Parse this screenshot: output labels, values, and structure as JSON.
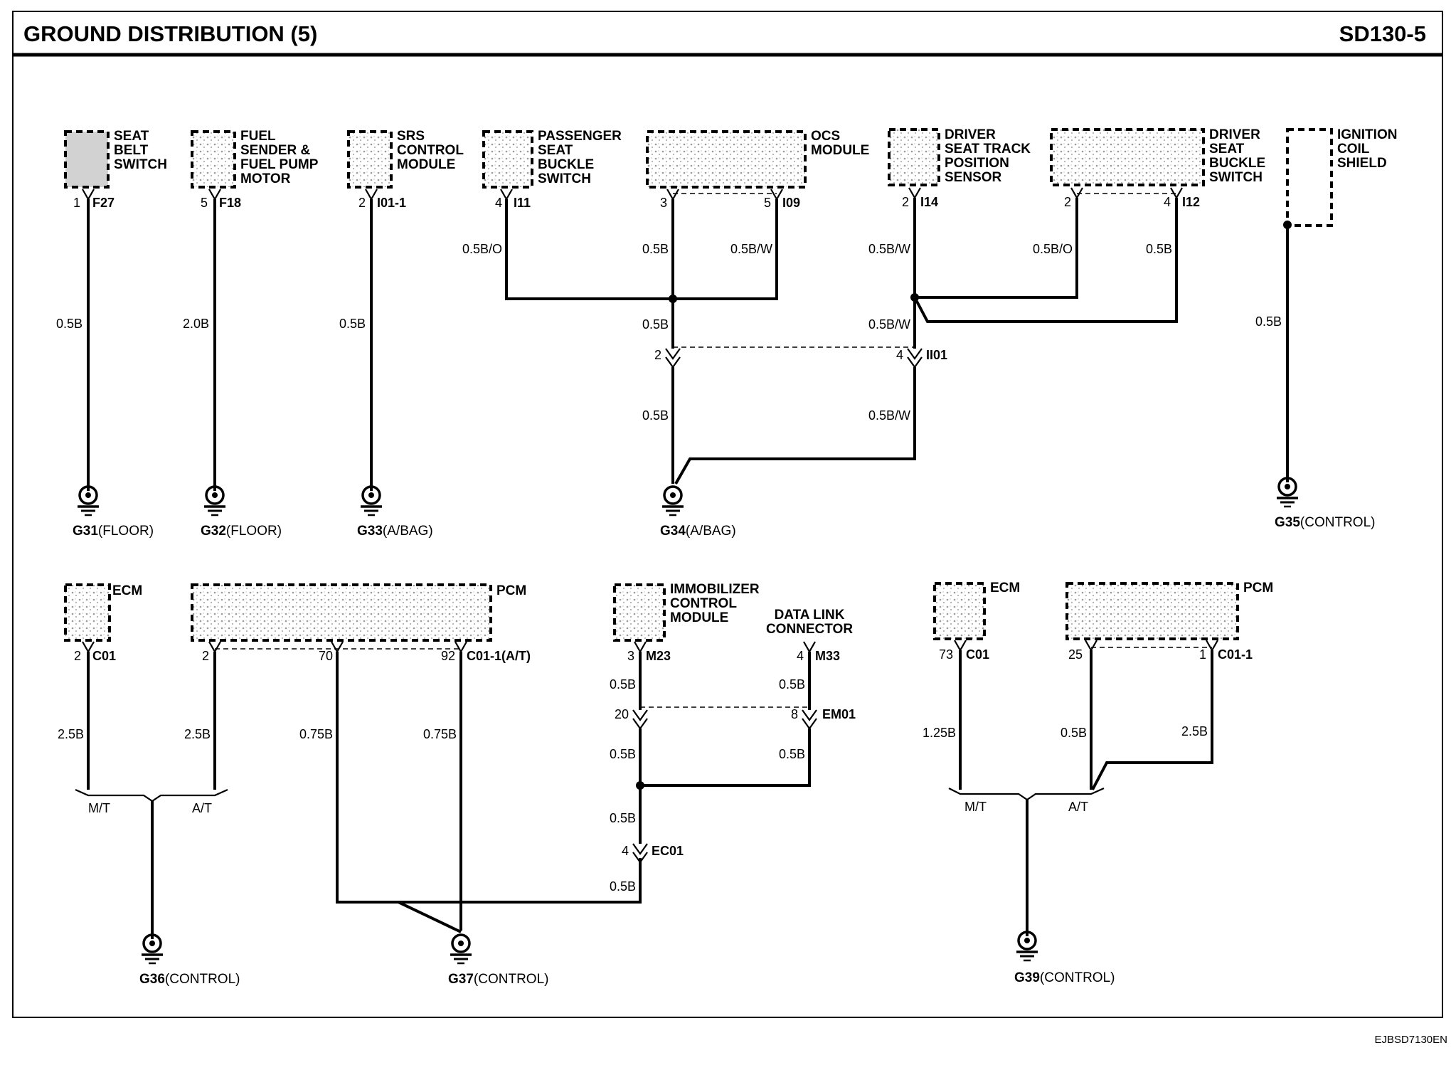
{
  "header": {
    "title": "GROUND DISTRIBUTION (5)",
    "code": "SD130-5"
  },
  "footer": {
    "code": "EJBSD7130EN"
  },
  "components": [
    {
      "id": "seat-belt-switch",
      "lines": [
        "SEAT",
        "BELT",
        "SWITCH"
      ]
    },
    {
      "id": "fuel-sender",
      "lines": [
        "FUEL",
        "SENDER &",
        "FUEL PUMP",
        "MOTOR"
      ]
    },
    {
      "id": "srs-control-module",
      "lines": [
        "SRS",
        "CONTROL",
        "MODULE"
      ]
    },
    {
      "id": "passenger-seat-buckle-switch",
      "lines": [
        "PASSENGER",
        "SEAT",
        "BUCKLE",
        "SWITCH"
      ]
    },
    {
      "id": "ocs-module",
      "lines": [
        "OCS",
        "MODULE"
      ]
    },
    {
      "id": "driver-seat-track-position-sensor",
      "lines": [
        "DRIVER",
        "SEAT TRACK",
        "POSITION",
        "SENSOR"
      ]
    },
    {
      "id": "driver-seat-buckle-switch",
      "lines": [
        "DRIVER",
        "SEAT",
        "BUCKLE",
        "SWITCH"
      ]
    },
    {
      "id": "ignition-coil-shield",
      "lines": [
        "IGNITION",
        "COIL",
        "SHIELD"
      ]
    },
    {
      "id": "ecm-left",
      "lines": [
        "ECM"
      ]
    },
    {
      "id": "pcm-left",
      "lines": [
        "PCM"
      ]
    },
    {
      "id": "immobilizer-control-module",
      "lines": [
        "IMMOBILIZER",
        "CONTROL",
        "MODULE"
      ]
    },
    {
      "id": "data-link-connector",
      "lines": [
        "DATA LINK",
        "CONNECTOR"
      ]
    },
    {
      "id": "ecm-right",
      "lines": [
        "ECM"
      ]
    },
    {
      "id": "pcm-right",
      "lines": [
        "PCM"
      ]
    }
  ],
  "connectors": {
    "f27": {
      "pin": "1",
      "name": "F27"
    },
    "f18": {
      "pin": "5",
      "name": "F18"
    },
    "i01_1": {
      "pin": "2",
      "name": "I01-1"
    },
    "i11": {
      "pin": "4",
      "name": "I11"
    },
    "i09": {
      "pins": [
        "3",
        "5"
      ],
      "name": "I09"
    },
    "i14": {
      "pin": "2",
      "name": "I14"
    },
    "i12": {
      "pins": [
        "2",
        "4"
      ],
      "name": "I12"
    },
    "ii01": {
      "pins": [
        "2",
        "4"
      ],
      "name": "II01"
    },
    "c01_left": {
      "pin": "2",
      "name": "C01"
    },
    "c01_1_at": {
      "pins": [
        "2",
        "70",
        "92"
      ],
      "name": "C01-1(A/T)"
    },
    "m23": {
      "pin": "3",
      "name": "M23"
    },
    "m33": {
      "pin": "4",
      "name": "M33"
    },
    "em01": {
      "pins": [
        "20",
        "8"
      ],
      "name": "EM01"
    },
    "ec01": {
      "pin": "4",
      "name": "EC01"
    },
    "c01_right": {
      "pin": "73",
      "name": "C01"
    },
    "c01_1_right": {
      "pins": [
        "25",
        "1"
      ],
      "name": "C01-1"
    }
  },
  "wires": [
    "0.5B",
    "2.0B",
    "0.5B",
    "0.5B/O",
    "0.5B",
    "0.5B/W",
    "0.5B/W",
    "0.5B/O",
    "0.5B",
    "0.5B",
    "0.5B/W",
    "0.5B",
    "0.5B/W",
    "0.5B",
    "2.5B",
    "2.5B",
    "0.75B",
    "0.75B",
    "0.5B",
    "0.5B",
    "0.5B",
    "0.5B",
    "0.5B",
    "0.5B",
    "1.25B",
    "0.5B",
    "2.5B"
  ],
  "branch_labels": {
    "mt_left": "M/T",
    "at_left": "A/T",
    "mt_right": "M/T",
    "at_right": "A/T"
  },
  "grounds": [
    {
      "id": "G31",
      "location": "(FLOOR)"
    },
    {
      "id": "G32",
      "location": "(FLOOR)"
    },
    {
      "id": "G33",
      "location": "(A/BAG)"
    },
    {
      "id": "G34",
      "location": "(A/BAG)"
    },
    {
      "id": "G35",
      "location": "(CONTROL)"
    },
    {
      "id": "G36",
      "location": "(CONTROL)"
    },
    {
      "id": "G37",
      "location": "(CONTROL)"
    },
    {
      "id": "G39",
      "location": "(CONTROL)"
    }
  ]
}
